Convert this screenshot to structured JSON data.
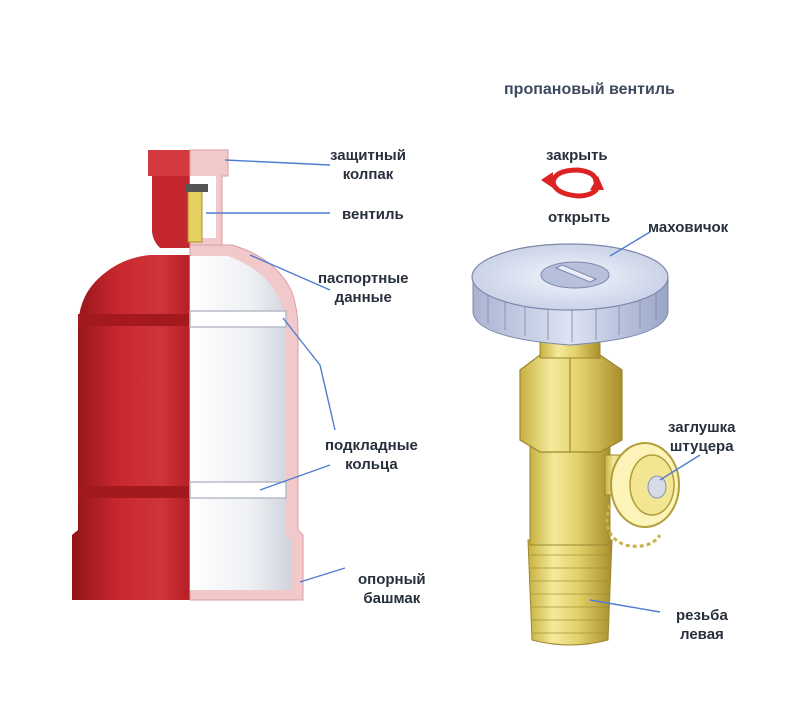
{
  "diagram": {
    "title": "пропановый вентиль",
    "rotation": {
      "close": "закрыть",
      "open": "открыть"
    },
    "cylinder_labels": {
      "cap": [
        "защитный",
        "колпак"
      ],
      "valve": "вентиль",
      "passport": [
        "паспортные",
        "данные"
      ],
      "rings": [
        "подкладные",
        "кольца"
      ],
      "shoe": [
        "опорный",
        "башмак"
      ]
    },
    "valve_labels": {
      "handwheel": "маховичок",
      "plug": [
        "заглушка",
        "штуцера"
      ],
      "thread": [
        "резьба",
        "левая"
      ]
    },
    "colors": {
      "cylinder_red": "#c4262d",
      "cylinder_dark_red": "#8f1418",
      "section_white": "#f3f4f7",
      "section_wall": "#f2c9cb",
      "brass": "#e7d878",
      "brass_dark": "#b9a23a",
      "handwheel": "#c6cfe6",
      "leader_line": "#4f7dcf",
      "arrow_red": "#dd2222",
      "label_text": "#27303c"
    },
    "icons": [
      "rotation-arrow-icon"
    ]
  }
}
